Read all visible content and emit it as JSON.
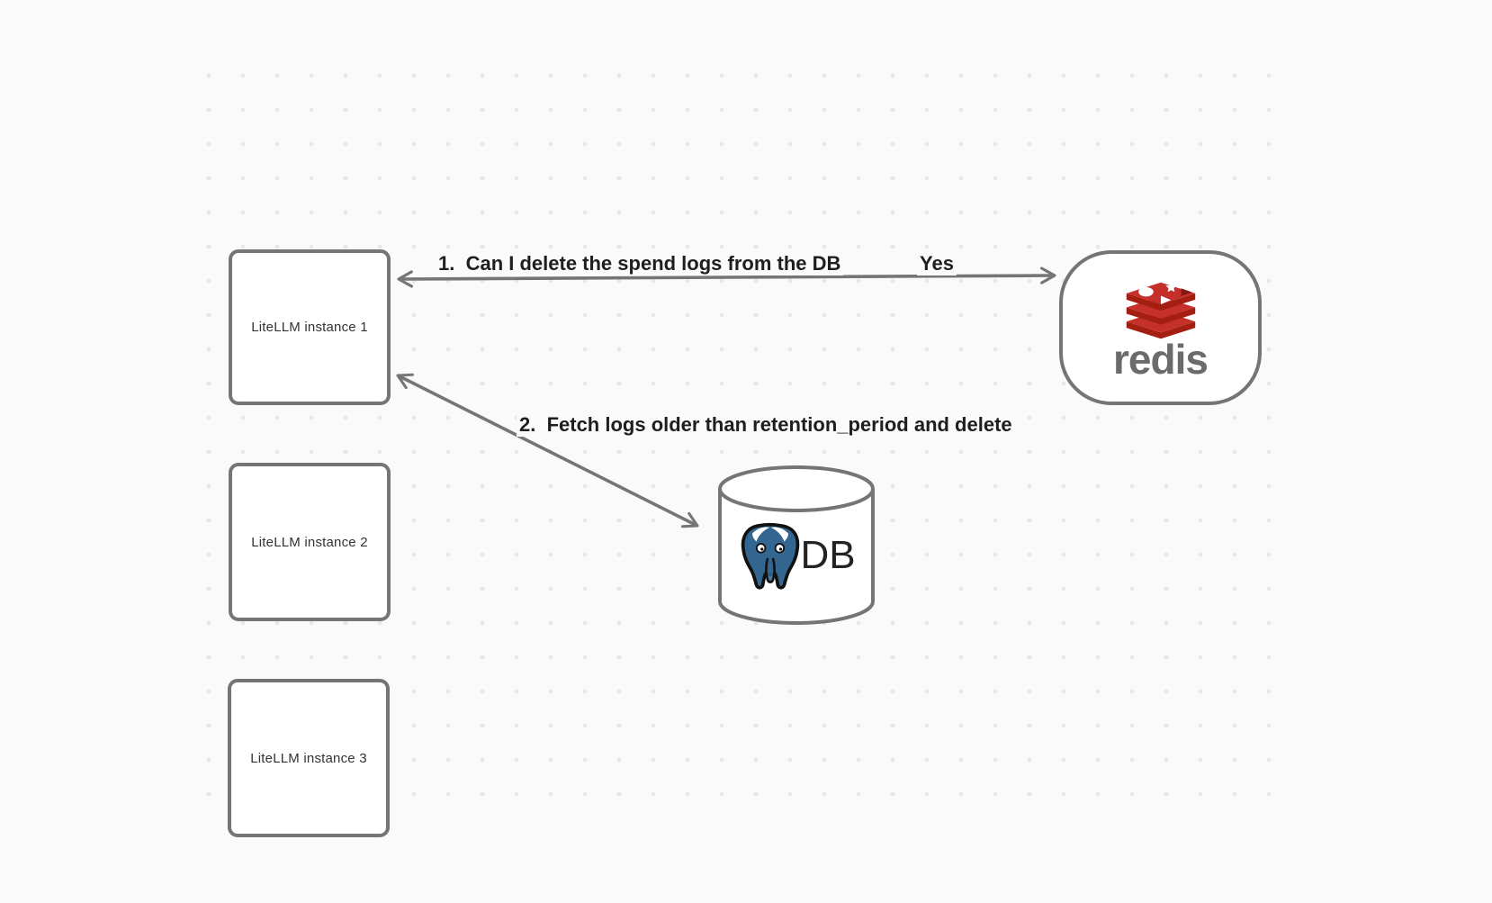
{
  "canvas": {
    "background_color": "#fafafa",
    "dot_color": "#e8e8e8",
    "stroke_color": "#757575"
  },
  "nodes": {
    "litellm_instances": [
      {
        "label": "LiteLLM instance 1"
      },
      {
        "label": "LiteLLM instance 2"
      },
      {
        "label": "LiteLLM instance 3"
      }
    ],
    "redis": {
      "wordmark": "redis",
      "logo_colors": {
        "top_face": "#c6302b",
        "side_face": "#a41e11"
      }
    },
    "db": {
      "label": "DB",
      "elephant_color": "#336791"
    }
  },
  "arrows": [
    {
      "label": "1.  Can I delete the spend logs from the DB",
      "response_label": "Yes",
      "from": "LiteLLM instance 1",
      "to": "redis",
      "double_headed": true
    },
    {
      "label": "2.  Fetch logs older than retention_period and delete",
      "from": "LiteLLM instance 1",
      "to": "DB",
      "double_headed": true
    }
  ]
}
